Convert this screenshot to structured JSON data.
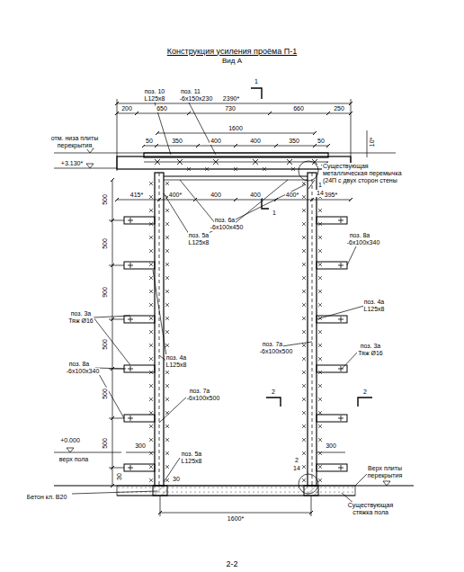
{
  "diagram": {
    "title": "Конструкция усиления проёма П-1",
    "caption": "2-2",
    "labels": [
      "Вид А",
      "поз. 10",
      "L125x8",
      "поз. 11",
      "-6x150x230",
      "1",
      "2390*",
      "200",
      "650",
      "730",
      "660",
      "250",
      "1600",
      "50",
      "350",
      "400",
      "400",
      "350",
      "50",
      "10*",
      "отм. низа плиты",
      "перекрытия",
      "+3.130*",
      "Существующая",
      "металлическая перемычка",
      "(24П с двух сторон стены",
      "415*",
      "400*",
      "400",
      "400",
      "400*",
      "395*",
      "1",
      "14",
      "1",
      "поз. 6а",
      "-6x100x450",
      "поз. 5а",
      "L125x8",
      "500",
      "500",
      "900",
      "500",
      "500",
      "500",
      "поз. 8а",
      "-6x100x340",
      "поз. 4а",
      "L125x8",
      "поз. 3а",
      "Тяж Ø16",
      "поз. 3а",
      "Тяж Ø16",
      "поз. 7а",
      "-6x100x500",
      "поз. 4а",
      "L125x8",
      "поз. 8а",
      "-6x100x340",
      "поз. 7а",
      "-6x100x500",
      "2",
      "2",
      "+0.000",
      "верх пола",
      "300",
      "300",
      "поз. 5а",
      "L125x8",
      "2",
      "14",
      "Верх плиты",
      "перекрытия",
      "30",
      "30",
      "Бетон кл. В20",
      "1600*",
      "Существующая",
      "стяжка пола"
    ]
  }
}
